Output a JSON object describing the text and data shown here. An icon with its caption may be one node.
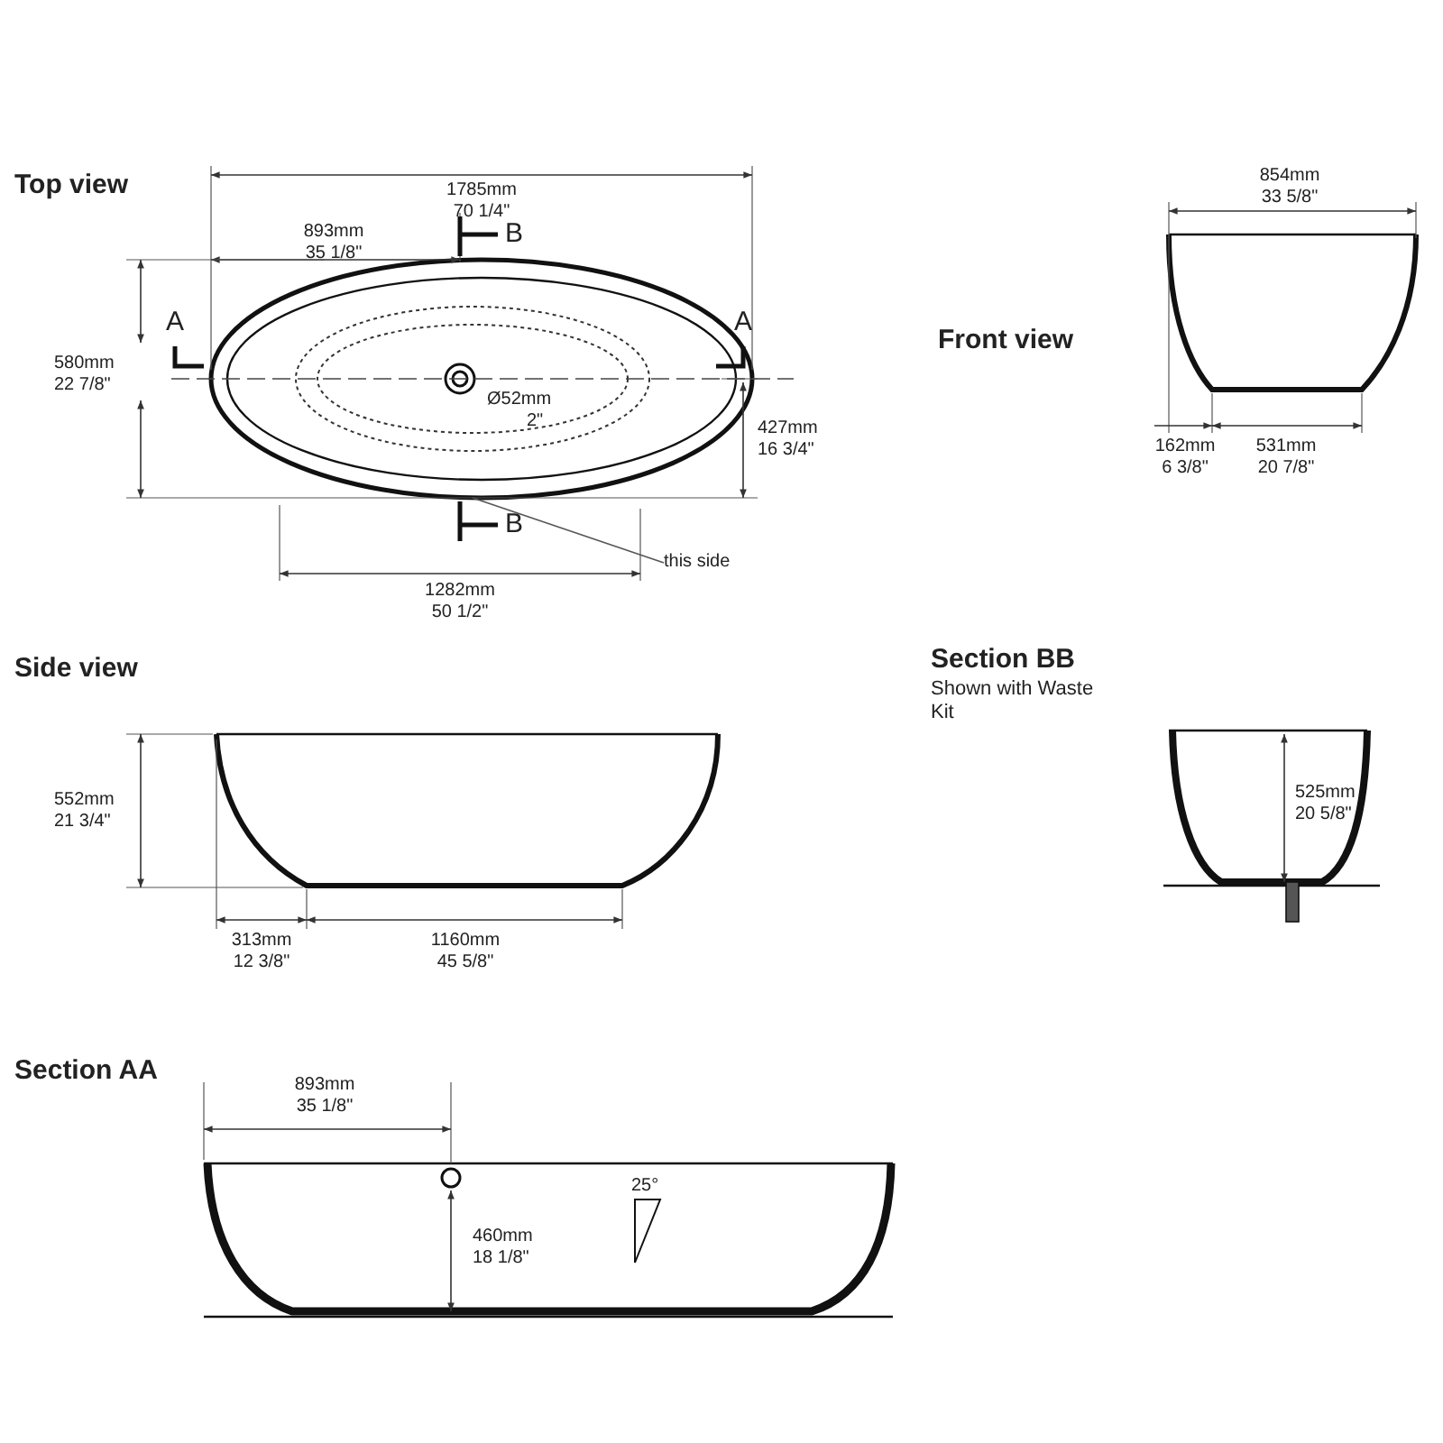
{
  "diagram": {
    "nodes": [
      {
        "text": [
          "this side"
        ]
      },
      {
        "text": [],
        "shape": "picture"
      }
    ],
    "edges": [
      {
        "from": 0,
        "to": 1,
        "arrow": "none"
      }
    ],
    "labels": [
      "Top view",
      "1785mm",
      "70 1/4\"",
      "893mm",
      "35 1/8\"",
      "B",
      "A",
      "A",
      "580mm",
      "22 7/8\"",
      "Ø52mm",
      "2\"",
      "427mm",
      "16 3/4\"",
      "B",
      "1282mm",
      "50 1/2\"",
      "854mm",
      "33 5/8\"",
      "Front view",
      "162mm",
      "6 3/8\"",
      "531mm",
      "20 7/8\"",
      "Side view",
      "552mm",
      "21 3/4\"",
      "313mm",
      "12 3/8\"",
      "1160mm",
      "45 5/8\"",
      "Section BB",
      "Shown with Waste Kit",
      "525mm",
      "20 5/8\"",
      "Section AA",
      "893mm",
      "35 1/8\"",
      "460mm",
      "18 1/8\"",
      "25°"
    ]
  }
}
